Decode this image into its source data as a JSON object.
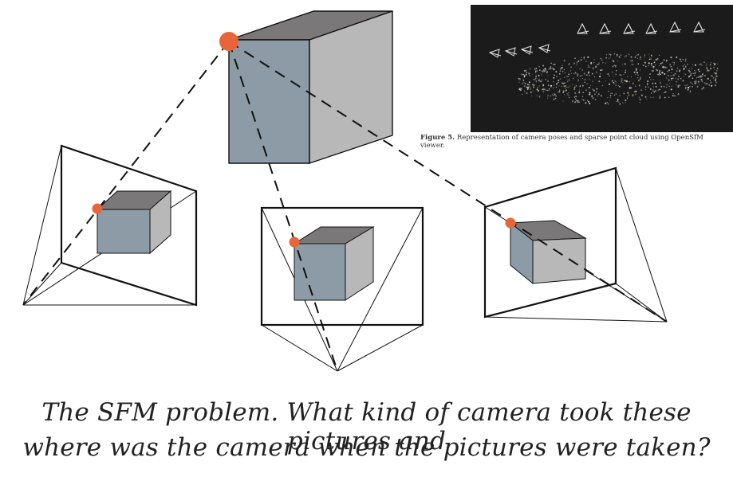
{
  "caption": {
    "line1": "The SFM problem. What kind of camera took these pictures and",
    "line2": "where was the camera when the pictures were taken?"
  },
  "inset": {
    "figure_label": "Figure 5.",
    "figure_text": "Representation of camera poses and sparse point cloud using OpenSfM",
    "figure_text_2": "viewer."
  },
  "colors": {
    "cube_top": "#7a7879",
    "cube_front": "#8c9ba5",
    "cube_side": "#b8b8b8",
    "point_marker": "#e8653a",
    "line": "#111111"
  }
}
